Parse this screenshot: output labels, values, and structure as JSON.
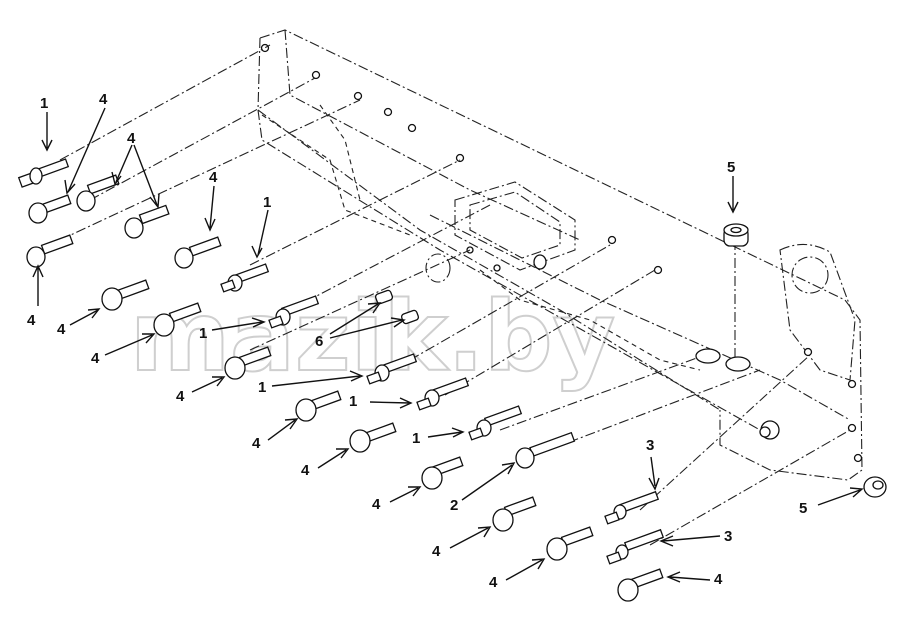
{
  "watermark": "mazik.by",
  "callouts": [
    {
      "id": "c1a",
      "text": "1"
    },
    {
      "id": "c4a",
      "text": "4"
    },
    {
      "id": "c4b",
      "text": "4"
    },
    {
      "id": "c4c",
      "text": "4"
    },
    {
      "id": "c1b",
      "text": "1"
    },
    {
      "id": "c5a",
      "text": "5"
    },
    {
      "id": "c4d",
      "text": "4"
    },
    {
      "id": "c4e",
      "text": "4"
    },
    {
      "id": "c4f",
      "text": "4"
    },
    {
      "id": "c1c",
      "text": "1"
    },
    {
      "id": "c6",
      "text": "6"
    },
    {
      "id": "c4g",
      "text": "4"
    },
    {
      "id": "c1d",
      "text": "1"
    },
    {
      "id": "c1e",
      "text": "1"
    },
    {
      "id": "c4h",
      "text": "4"
    },
    {
      "id": "c1f",
      "text": "1"
    },
    {
      "id": "c4i",
      "text": "4"
    },
    {
      "id": "c4j",
      "text": "4"
    },
    {
      "id": "c2",
      "text": "2"
    },
    {
      "id": "c3a",
      "text": "3"
    },
    {
      "id": "c5b",
      "text": "5"
    },
    {
      "id": "c4k",
      "text": "4"
    },
    {
      "id": "c3b",
      "text": "3"
    },
    {
      "id": "c4l",
      "text": "4"
    },
    {
      "id": "c4m",
      "text": "4"
    }
  ]
}
